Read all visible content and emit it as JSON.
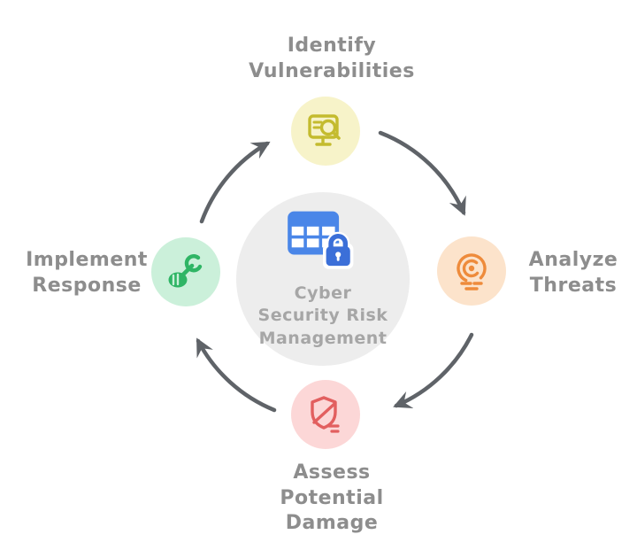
{
  "diagram": {
    "title": "Cyber Security Risk Management cycle",
    "center": {
      "label": "Cyber\nSecurity Risk\nManagement",
      "icon": "locked-spreadsheet-icon",
      "bg_color": "#ededed",
      "table_color": "#4a86e8",
      "lock_color": "#3b6fd8",
      "text_color": "#a6a6a6"
    },
    "nodes": [
      {
        "id": "identify",
        "label": "Identify\nVulnerabilities",
        "icon": "vulnerability-scan-icon",
        "bg_color": "#f7f3c9",
        "icon_color": "#c4bb2e",
        "position": "top"
      },
      {
        "id": "analyze",
        "label": "Analyze\nThreats",
        "icon": "threat-analysis-icon",
        "bg_color": "#fce3cb",
        "icon_color": "#ee8b3b",
        "position": "right"
      },
      {
        "id": "assess",
        "label": "Assess\nPotential\nDamage",
        "icon": "damaged-shield-icon",
        "bg_color": "#fcd7d7",
        "icon_color": "#e25f5f",
        "position": "bottom"
      },
      {
        "id": "implement",
        "label": "Implement\nResponse",
        "icon": "response-tools-icon",
        "bg_color": "#cbf0da",
        "icon_color": "#2fb565",
        "position": "left"
      }
    ],
    "arrows": [
      {
        "from": "implement",
        "to": "identify"
      },
      {
        "from": "identify",
        "to": "analyze"
      },
      {
        "from": "analyze",
        "to": "assess"
      },
      {
        "from": "assess",
        "to": "implement"
      }
    ],
    "arrow_color": "#5f6368",
    "label_color": "#8d8d8d"
  }
}
